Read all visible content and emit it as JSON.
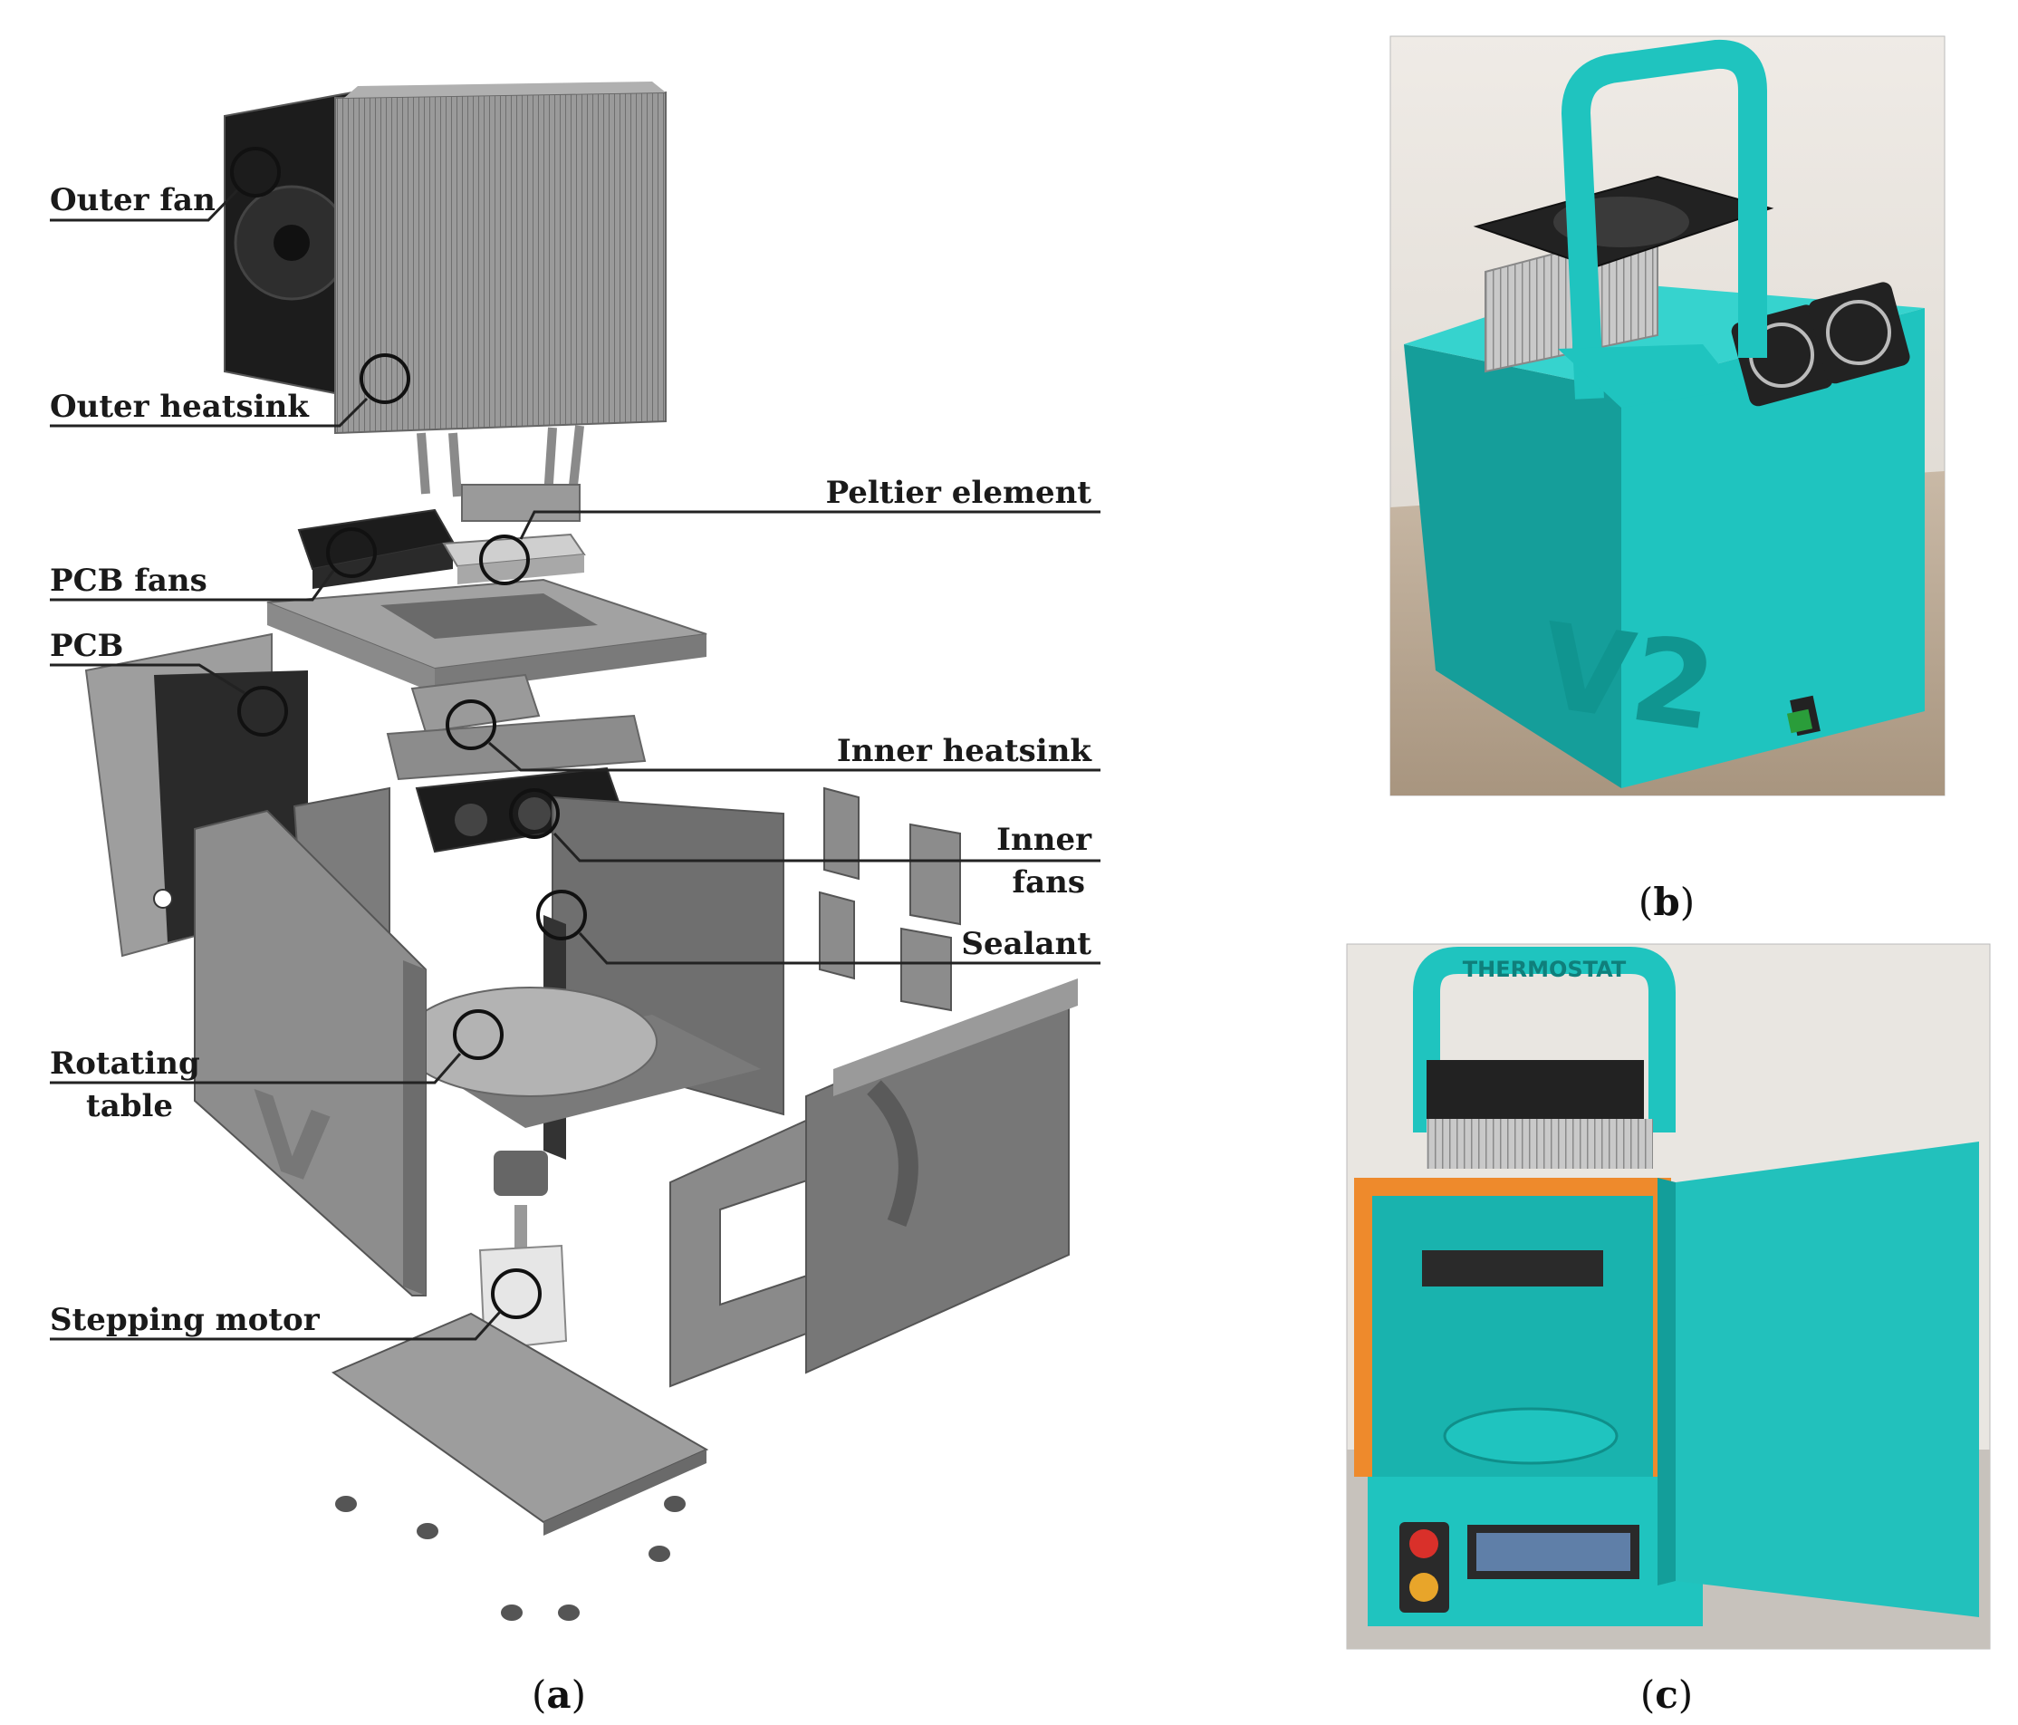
{
  "panel_a": {
    "caption_open": "(",
    "caption_letter": "a",
    "caption_close": ")",
    "labels": {
      "outer_fan": "Outer fan",
      "outer_heatsink": "Outer heatsink",
      "peltier_element": "Peltier element",
      "pcb_fans": "PCB fans",
      "pcb": "PCB",
      "inner_heatsink": "Inner heatsink",
      "inner_fans_line1": "Inner",
      "inner_fans_line2": "fans",
      "sealant": "Sealant",
      "rotating_table_line1": "Rotating",
      "rotating_table_line2": "table",
      "stepping_motor": "Stepping motor"
    },
    "side_panel_text": "V"
  },
  "panel_b": {
    "caption_open": "(",
    "caption_letter": "b",
    "caption_close": ")",
    "front_text": "V2"
  },
  "panel_c": {
    "caption_open": "(",
    "caption_letter": "c",
    "caption_close": ")",
    "handle_text": "THERMOSTAT"
  },
  "colors": {
    "turquoise": "#1fc4bf",
    "turquoise_dark": "#139e9a",
    "orange": "#ee8a2c",
    "cad_gray": "#8e8e8e",
    "cad_gray_dark": "#5e5e5e"
  }
}
